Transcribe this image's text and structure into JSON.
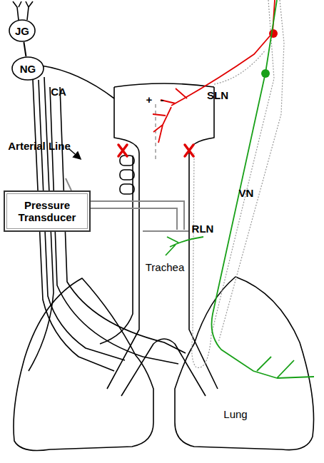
{
  "diagram": {
    "nodes": [
      {
        "text": [
          "JG"
        ]
      },
      {
        "text": [
          "NG"
        ]
      },
      {
        "text": [
          "Pressure Transducer"
        ]
      }
    ],
    "edges": [
      {
        "from": 0,
        "to": 1,
        "arrow": "none"
      }
    ],
    "labels": [
      "CA",
      "Arterial Line",
      "SLN",
      "VN",
      "RLN",
      "Trachea",
      "Lung",
      "+",
      "-"
    ]
  }
}
